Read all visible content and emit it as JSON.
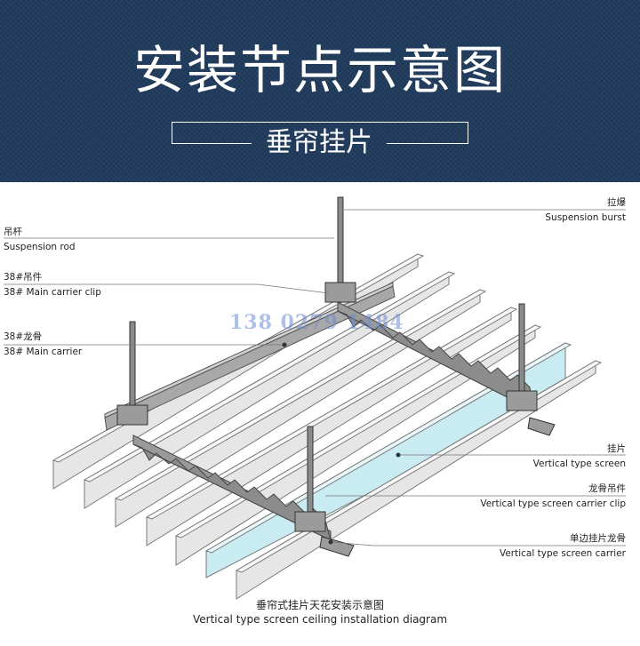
{
  "header": {
    "title": "安装节点示意图",
    "subtitle": "垂帘挂片"
  },
  "labels": {
    "suspension_burst_cn": "拉爆",
    "suspension_burst_en": "Suspension burst",
    "suspension_rod_cn": "吊杆",
    "suspension_rod_en": "Suspension rod",
    "main_carrier_clip_cn": "38#吊件",
    "main_carrier_clip_en": "38# Main carrier clip",
    "main_carrier_cn": "38#龙骨",
    "main_carrier_en": "38#  Main carrier",
    "screen_cn": "挂片",
    "screen_en": "Vertical type screen",
    "screen_clip_cn": "龙骨吊件",
    "screen_clip_en": "Vertical type screen carrier clip",
    "screen_carrier_cn": "单边挂片龙骨",
    "screen_carrier_en": "Vertical type screen carrier"
  },
  "watermark": "138 0279 1484",
  "caption": {
    "cn": "垂帘式挂片天花安装示意图",
    "en": "Vertical type screen ceiling installation diagram"
  },
  "colors": {
    "header_bg": "#1f3a5c",
    "panel_fill": "#e6e6e6",
    "panel_highlight": "#c9ecf3",
    "carrier_fill": "#9a9a9a"
  }
}
